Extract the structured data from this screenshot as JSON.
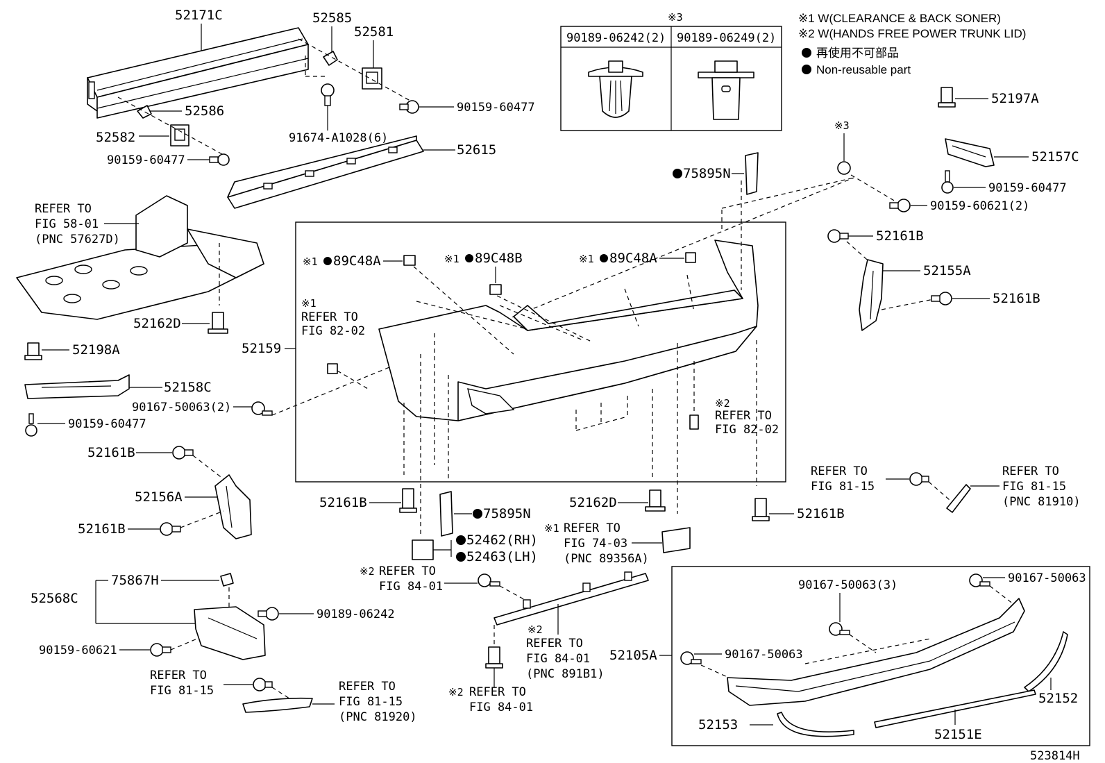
{
  "legend": {
    "note1": "※1  W(CLEARANCE & BACK SONER)",
    "note2": "※2  W(HANDS FREE POWER TRUNK LID)",
    "note3": "再使用不可部品",
    "note4": "Non-reusable part"
  },
  "table": {
    "mark": "※3",
    "col1": "90189-06242(2)",
    "col2": "90189-06249(2)"
  },
  "labels": {
    "p52171C": "52171C",
    "p52585": "52585",
    "p52581": "52581",
    "p52586": "52586",
    "p52582": "52582",
    "p90159_60477_a": "90159-60477",
    "p90159_60477_b": "90159-60477",
    "p90159_60477_c": "90159-60477",
    "p90159_60477_d": "90159-60477",
    "p91674": "91674-A1028(6)",
    "p52615": "52615",
    "refer58_1": "REFER TO",
    "refer58_2": "FIG 58-01",
    "refer58_3": "(PNC 57627D)",
    "p52162D_a": "52162D",
    "p52162D_b": "52162D",
    "p52198A": "52198A",
    "p52158C": "52158C",
    "p90167_50063_2": "90167-50063(2)",
    "p52161B_1": "52161B",
    "p52161B_2": "52161B",
    "p52161B_3": "52161B",
    "p52161B_4": "52161B",
    "p52161B_5": "52161B",
    "p52161B_6": "52161B",
    "p52156A": "52156A",
    "p52155A": "52155A",
    "p52159": "52159",
    "m1a": "※1",
    "p89C48A_l": "89C48A",
    "m1b": "※1",
    "p89C48B": "89C48B",
    "m1c": "※1",
    "p89C48A_r": "89C48A",
    "m1d": "※1",
    "refer82a_1": "REFER TO",
    "refer82a_2": "FIG 82-02",
    "m2a": "※2",
    "refer82b_1": "REFER TO",
    "refer82b_2": "FIG 82-02",
    "p75895N_top": "75895N",
    "p75895N_bot": "75895N",
    "m3": "※3",
    "p52197A": "52197A",
    "p52157C": "52157C",
    "p90159_60621_2": "90159-60621(2)",
    "p52462": "52462(RH)",
    "p52463": "52463(LH)",
    "m1e": "※1",
    "refer74_1": "REFER TO",
    "refer74_2": "FIG 74-03",
    "refer74_3": "(PNC 89356A)",
    "refer8115r_1": "REFER TO",
    "refer8115r_2": "FIG 81-15",
    "refer8115r_3": "REFER TO",
    "refer8115r_4": "FIG 81-15",
    "refer8115r_5": "(PNC 81910)",
    "p75867H": "75867H",
    "p52568C": "52568C",
    "p90189_06242": "90189-06242",
    "p90159_60621": "90159-60621",
    "refer8115l_1": "REFER TO",
    "refer8115l_2": "FIG 81-15",
    "refer8115l_3": "REFER TO",
    "refer8115l_4": "FIG 81-15",
    "refer8115l_5": "(PNC 81920)",
    "m2b": "※2",
    "refer8401a_1": "REFER TO",
    "refer8401a_2": "FIG 84-01",
    "m2c": "※2",
    "refer8401b_1": "REFER TO",
    "refer8401b_2": "FIG 84-01",
    "refer8401b_3": "(PNC 891B1)",
    "m2d": "※2",
    "refer8401c_1": "REFER TO",
    "refer8401c_2": "FIG 84-01",
    "p90167_50063_3": "90167-50063(3)",
    "p90167_50063_r": "90167-50063",
    "p90167_50063_m": "90167-50063",
    "p52105A": "52105A",
    "p52152": "52152",
    "p52153": "52153",
    "p52151E": "52151E",
    "code": "523814H"
  }
}
